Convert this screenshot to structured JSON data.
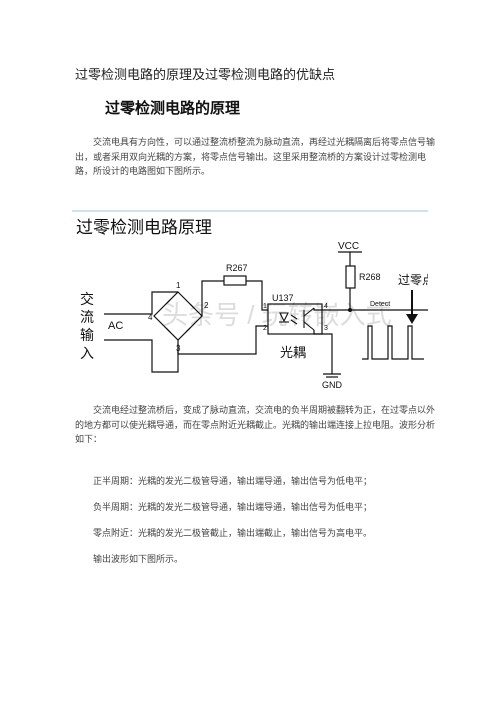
{
  "document": {
    "title": "过零检测电路的原理及过零检测电路的优缺点",
    "section_heading": "过零检测电路的原理",
    "intro_paragraph": "交流电具有方向性，可以通过整流桥整流为脉动直流，再经过光耦隔离后将零点信号输出，或者采用双向光耦的方案，将零点信号输出。这里采用整流桥的方案设计过零检测电路，所设计的电路图如下图所示。",
    "analysis_paragraph": "交流电经过整流桥后，变成了脉动直流，交流电的负半周期被翻转为正，在过零点以外的地方都可以使光耦导通，而在零点附近光耦截止。光耦的输出端连接上拉电阻。波形分析如下：",
    "positive_half": "正半周期：光耦的发光二极管导通，输出端导通，输出信号为低电平；",
    "negative_half": "负半周期：光耦的发光二极管导通，输出端导通，输出信号为低电平；",
    "near_zero": "零点附近：光耦的发光二极管截止，输出端截止，输出信号为高电平。",
    "waveform_note": "输出波形如下图所示。"
  },
  "figure": {
    "title": "过零检测电路原理",
    "watermark": "头条号 / 玩转嵌入式",
    "labels": {
      "ac_input": [
        "交",
        "流",
        "输",
        "入"
      ],
      "ac": "AC",
      "vcc": "VCC",
      "r267": "R267",
      "r268": "R268",
      "u137": "U137",
      "optocoupler": "光耦",
      "detect": "Detect",
      "zero_point": "过零点",
      "gnd": "GND",
      "bridge_pin1": "1",
      "bridge_pin2": "2",
      "bridge_pin3": "3",
      "bridge_pin4": "4",
      "opto_pin1": "1",
      "opto_pin2": "2",
      "opto_pin3": "3",
      "opto_pin4": "4"
    },
    "colors": {
      "wire": "#111111",
      "title_underline": "#9cc6e0",
      "watermark": "#dcdcdc"
    }
  }
}
